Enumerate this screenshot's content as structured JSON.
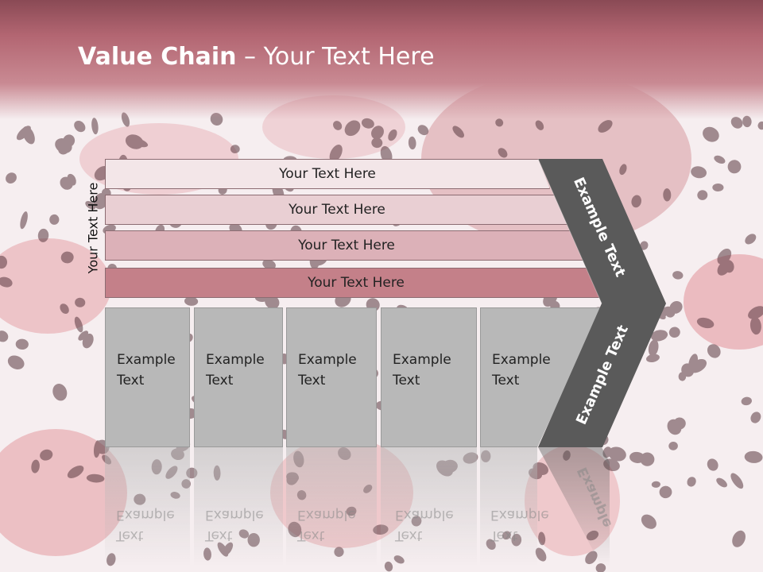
{
  "slide": {
    "title_bold": "Value Chain",
    "title_rest": " – Your Text Here",
    "side_label": "Your Text Here"
  },
  "rows": [
    {
      "label": "Your Text Here",
      "color": "#f3e6e8"
    },
    {
      "label": "Your Text Here",
      "color": "#e9cfd3"
    },
    {
      "label": "Your Text Here",
      "color": "#dcb1b8"
    },
    {
      "label": "Your Text Here",
      "color": "#c48089"
    }
  ],
  "cells": [
    {
      "line1": "Example",
      "line2": "Text"
    },
    {
      "line1": "Example",
      "line2": "Text"
    },
    {
      "line1": "Example",
      "line2": "Text"
    },
    {
      "line1": "Example",
      "line2": "Text"
    },
    {
      "line1": "Example",
      "line2": "Text"
    }
  ],
  "chevron": {
    "upper_text": "Example Text",
    "lower_text": "Example Text",
    "color": "#5a5a5a"
  },
  "reflection": {
    "text1": "Example",
    "text2": "Text",
    "chevron_text": "Example"
  }
}
